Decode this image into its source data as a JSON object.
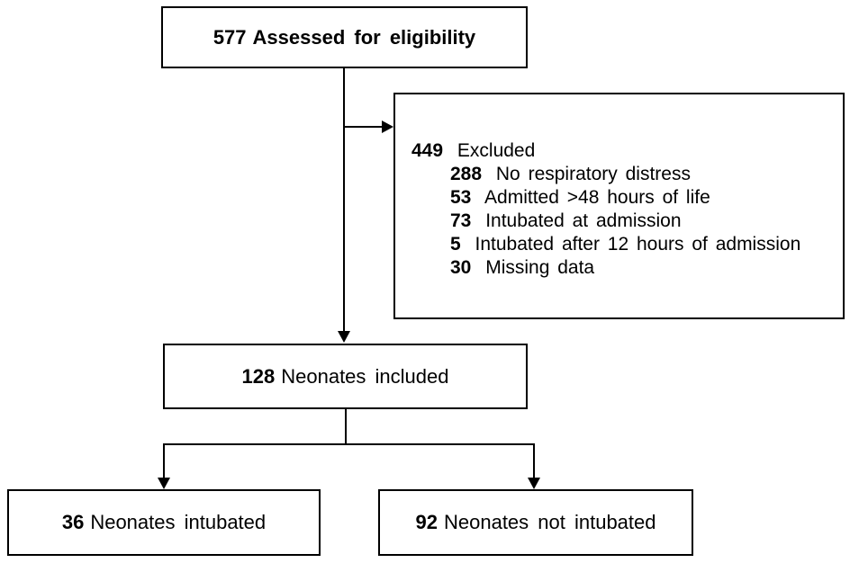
{
  "colors": {
    "background": "#ffffff",
    "line": "#000000",
    "text": "#000000"
  },
  "diagram": {
    "type": "flowchart",
    "nodes": {
      "assessed": {
        "count": "577",
        "label": "Assessed for eligibility"
      },
      "excluded": {
        "count": "449",
        "label": "Excluded",
        "reasons": [
          {
            "count": "288",
            "label": "No respiratory distress"
          },
          {
            "count": "53",
            "label": "Admitted >48 hours of life"
          },
          {
            "count": "73",
            "label": "Intubated at admission"
          },
          {
            "count": "5",
            "label": "Intubated after 12 hours of admission"
          },
          {
            "count": "30",
            "label": "Missing data"
          }
        ]
      },
      "included": {
        "count": "128",
        "label": "Neonates included"
      },
      "intubated": {
        "count": "36",
        "label": "Neonates intubated"
      },
      "not_intubated": {
        "count": "92",
        "label": "Neonates not intubated"
      }
    },
    "edges": [
      "assessed -> excluded",
      "assessed -> included",
      "included -> intubated",
      "included -> not_intubated"
    ]
  }
}
